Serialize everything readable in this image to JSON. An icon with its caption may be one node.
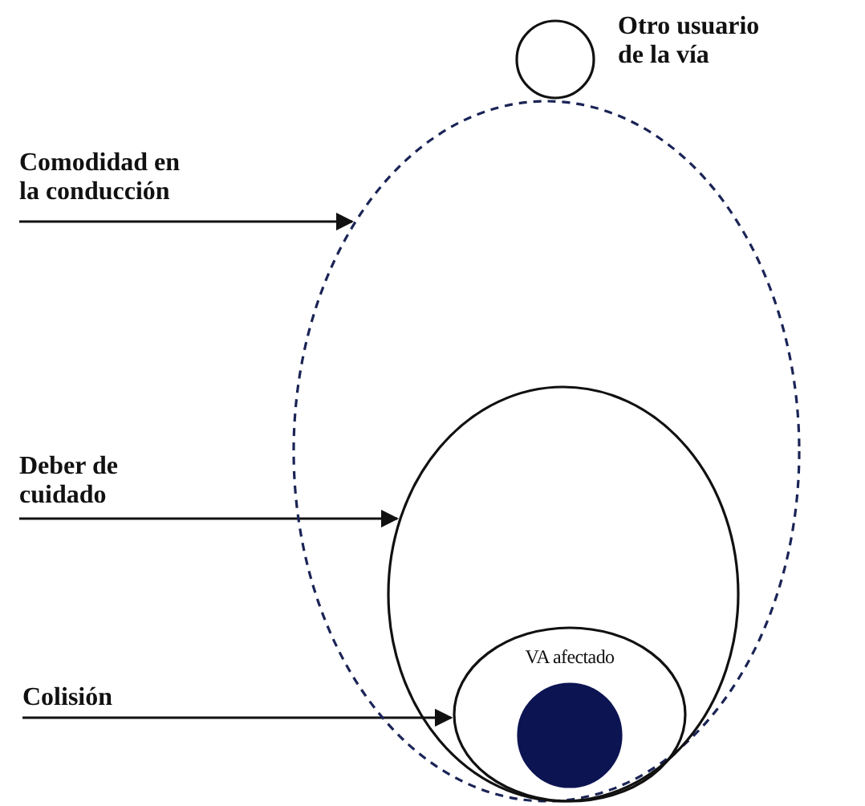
{
  "diagram": {
    "nodes": [
      {
        "text": [],
        "shape": "circle",
        "beside": [
          "Otro usuario de la vía"
        ]
      },
      {
        "text": [
          "Comodidad en la conducción"
        ]
      },
      {
        "text": [],
        "shape": "ellipse"
      },
      {
        "text": [
          "Deber de cuidado"
        ]
      },
      {
        "text": [],
        "shape": "ellipse",
        "in": 2
      },
      {
        "text": [
          "Colisión"
        ]
      },
      {
        "text": [
          "VA afectado"
        ],
        "in": 4
      },
      {
        "text": [],
        "shape": "circle",
        "in": 6
      }
    ],
    "edges": [
      {
        "from": 1,
        "to": 2,
        "arrow": "to"
      },
      {
        "from": 3,
        "to": 4,
        "arrow": "to"
      },
      {
        "from": 5,
        "to": 6,
        "arrow": "to"
      }
    ]
  }
}
